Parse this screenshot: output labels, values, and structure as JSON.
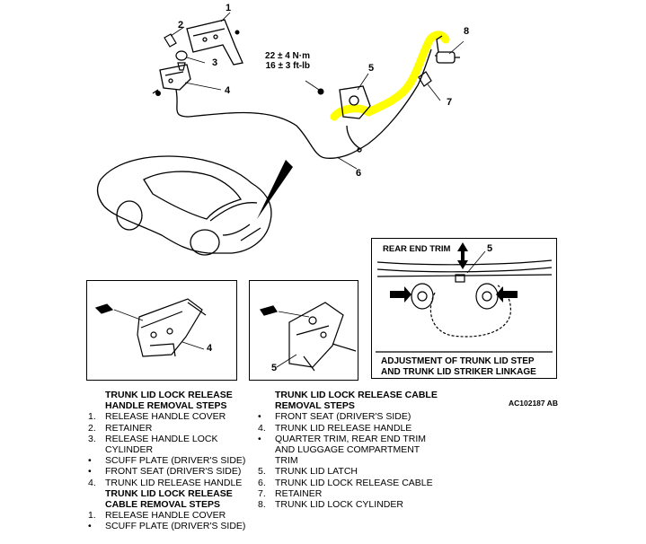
{
  "callouts": {
    "c1": "1",
    "c2": "2",
    "c3": "3",
    "c4": "4",
    "c5": "5",
    "c6": "6",
    "c7": "7",
    "c8": "8",
    "detail_left_4": "4",
    "detail_mid_5": "5",
    "detail_right_5": "5"
  },
  "torque": {
    "line1": "22 ± 4 N·m",
    "line2": "16 ± 3 ft-lb"
  },
  "adjustment_panel": {
    "label": "REAR END TRIM",
    "caption": "ADJUSTMENT OF TRUNK LID STEP AND TRUNK LID STRIKER LINKAGE"
  },
  "figure_code": "AC102187 AB",
  "highlight_color": "#ffff00",
  "left_steps": {
    "heading1": "TRUNK LID LOCK RELEASE HANDLE REMOVAL STEPS",
    "items1": [
      {
        "marker": "1.",
        "text": "RELEASE HANDLE COVER"
      },
      {
        "marker": "2.",
        "text": "RETAINER"
      },
      {
        "marker": "3.",
        "text": "RELEASE HANDLE LOCK CYLINDER"
      },
      {
        "marker": "•",
        "text": "SCUFF PLATE (DRIVER'S SIDE)"
      },
      {
        "marker": "•",
        "text": "FRONT SEAT (DRIVER'S SIDE)"
      },
      {
        "marker": "4.",
        "text": "TRUNK LID RELEASE HANDLE"
      }
    ],
    "heading2": "TRUNK LID LOCK RELEASE CABLE REMOVAL STEPS",
    "items2": [
      {
        "marker": "1.",
        "text": "RELEASE HANDLE COVER"
      },
      {
        "marker": "•",
        "text": "SCUFF PLATE (DRIVER'S SIDE)"
      }
    ]
  },
  "right_steps": {
    "heading": "TRUNK LID LOCK RELEASE CABLE REMOVAL STEPS",
    "items": [
      {
        "marker": "•",
        "text": "FRONT SEAT (DRIVER'S SIDE)"
      },
      {
        "marker": "4.",
        "text": "TRUNK LID RELEASE HANDLE"
      },
      {
        "marker": "•",
        "text": "QUARTER TRIM, REAR END TRIM AND LUGGAGE COMPARTMENT TRIM"
      },
      {
        "marker": "5.",
        "text": "TRUNK LID LATCH"
      },
      {
        "marker": "6.",
        "text": "TRUNK LID LOCK RELEASE CABLE"
      },
      {
        "marker": "7.",
        "text": "RETAINER"
      },
      {
        "marker": "8.",
        "text": "TRUNK LID LOCK CYLINDER"
      }
    ]
  }
}
